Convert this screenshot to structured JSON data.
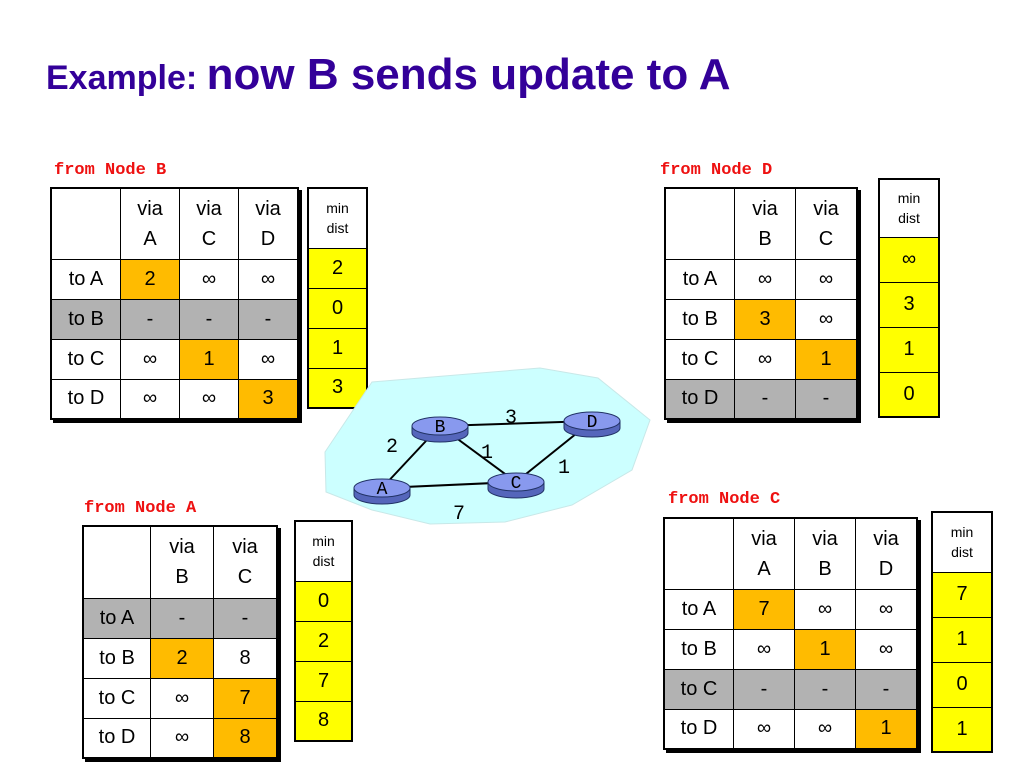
{
  "title": {
    "part1": "Example: ",
    "part2": "now B sends update to A"
  },
  "tables": {
    "B": {
      "caption": "from Node B",
      "cols": [
        "via\nA",
        "via\nC",
        "via\nD"
      ],
      "rows": [
        [
          "to A",
          "2",
          "∞",
          "∞"
        ],
        [
          "to B",
          "-",
          "-",
          "-"
        ],
        [
          "to C",
          "∞",
          "1",
          "∞"
        ],
        [
          "to D",
          "∞",
          "∞",
          "3"
        ]
      ],
      "min_header": "min\ndist",
      "min": [
        "2",
        "0",
        "1",
        "3"
      ]
    },
    "D": {
      "caption": "from Node D",
      "cols": [
        "via\nB",
        "via\nC"
      ],
      "rows": [
        [
          "to A",
          "∞",
          "∞"
        ],
        [
          "to B",
          "3",
          "∞"
        ],
        [
          "to C",
          "∞",
          "1"
        ],
        [
          "to D",
          "-",
          "-"
        ]
      ],
      "min_header": "min\ndist",
      "min": [
        "∞",
        "3",
        "1",
        "0"
      ]
    },
    "A": {
      "caption": "from Node A",
      "cols": [
        "via\nB",
        "via\nC"
      ],
      "rows": [
        [
          "to A",
          "-",
          "-"
        ],
        [
          "to B",
          "2",
          "8"
        ],
        [
          "to C",
          "∞",
          "7"
        ],
        [
          "to D",
          "∞",
          "8"
        ]
      ],
      "min_header": "min\ndist",
      "min": [
        "0",
        "2",
        "7",
        "8"
      ]
    },
    "C": {
      "caption": "from Node C",
      "cols": [
        "via\nA",
        "via\nB",
        "via\nD"
      ],
      "rows": [
        [
          "to A",
          "7",
          "∞",
          "∞"
        ],
        [
          "to B",
          "∞",
          "1",
          "∞"
        ],
        [
          "to C",
          "-",
          "-",
          "-"
        ],
        [
          "to D",
          "∞",
          "∞",
          "1"
        ]
      ],
      "min_header": "min\ndist",
      "min": [
        "7",
        "1",
        "0",
        "1"
      ]
    }
  },
  "graph": {
    "nodes": [
      "A",
      "B",
      "C",
      "D"
    ],
    "edges": [
      {
        "from": "B",
        "to": "D",
        "cost": "3"
      },
      {
        "from": "A",
        "to": "B",
        "cost": "2"
      },
      {
        "from": "B",
        "to": "C",
        "cost": "1"
      },
      {
        "from": "C",
        "to": "D",
        "cost": "1"
      },
      {
        "from": "A",
        "to": "C",
        "cost": "7"
      }
    ]
  },
  "colors": {
    "title": "#330099",
    "caption": "#ee1111",
    "highlight": "#ffbb00",
    "min_fill": "#ffff00",
    "self_row": "#b2b2b2",
    "cloud": "#ccffff",
    "router": "#8899ee"
  }
}
